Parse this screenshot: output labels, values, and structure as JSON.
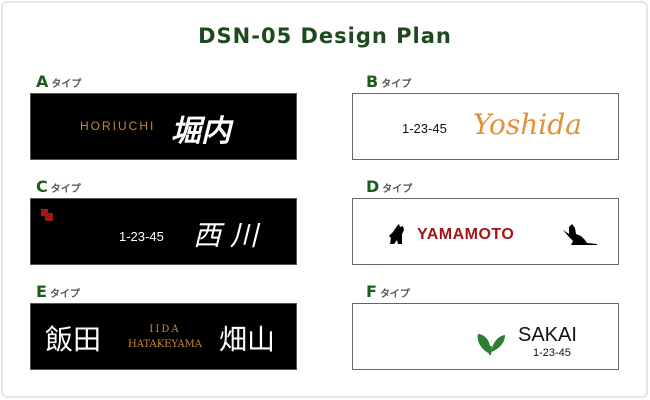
{
  "title": "DSN-05 Design Plan",
  "type_suffix": "タイプ",
  "colors": {
    "title": "#1d4a1d",
    "gold": "#c8892e",
    "red": "#a3141b",
    "leaf": "#2e7d32"
  },
  "plans": {
    "A": {
      "letter": "A",
      "roman": "HORIUCHI",
      "kanji": "堀内"
    },
    "B": {
      "letter": "B",
      "number": "1-23-45",
      "name": "Yoshida"
    },
    "C": {
      "letter": "C",
      "number": "1-23-45",
      "kanji": "西 川"
    },
    "D": {
      "letter": "D",
      "name": "YAMAMOTO",
      "icon": "cat-silhouette-icon"
    },
    "E": {
      "letter": "E",
      "kanji_left": "飯田",
      "roman_top": "IIDA",
      "roman_bottom": "HATAKEYAMA",
      "kanji_right": "畑山"
    },
    "F": {
      "letter": "F",
      "name": "SAKAI",
      "number": "1-23-45",
      "icon": "leaf-icon"
    }
  }
}
